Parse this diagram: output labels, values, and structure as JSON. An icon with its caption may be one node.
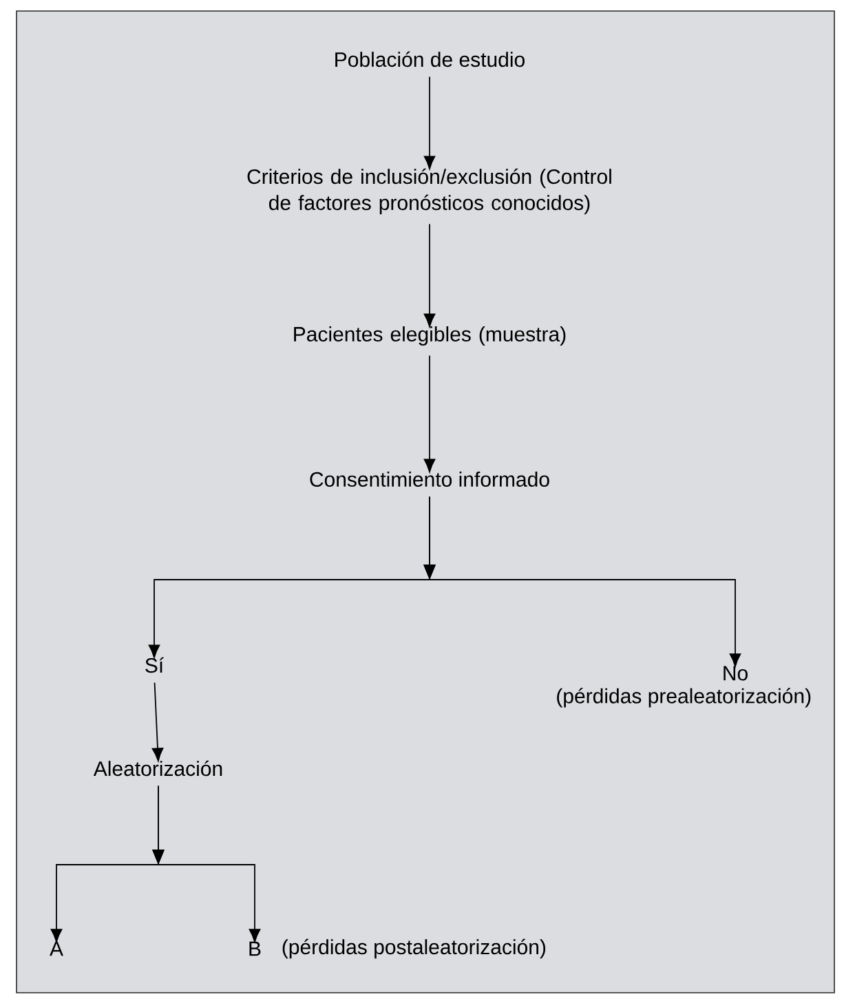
{
  "diagram": {
    "nodes": [
      {
        "text": [
          "Población de estudio"
        ]
      },
      {
        "text": [
          "Criterios de inclusión/exclusión (Control de factores pronósticos conocidos)"
        ]
      },
      {
        "text": [
          "Pacientes elegibles (muestra)"
        ]
      },
      {
        "text": [
          "Consentimiento informado"
        ]
      },
      {
        "text": [
          "Sí"
        ]
      },
      {
        "text": [
          "No",
          "(pérdidas prealeatorización)"
        ]
      },
      {
        "text": [
          "Aleatorización"
        ]
      },
      {
        "text": [
          "A"
        ]
      },
      {
        "text": [
          "B"
        ],
        "beside": [
          "(pérdidas postaleatorización)"
        ]
      }
    ],
    "edges": [
      {
        "from": 0,
        "to": 1,
        "arrow": "to"
      },
      {
        "from": 1,
        "to": 2,
        "arrow": "to"
      },
      {
        "from": 2,
        "to": 3,
        "arrow": "to"
      },
      {
        "from": 3,
        "to": 4,
        "arrow": "to"
      },
      {
        "from": 3,
        "to": 5,
        "arrow": "to"
      },
      {
        "from": 4,
        "to": 6,
        "arrow": "to"
      },
      {
        "from": 6,
        "to": 7,
        "arrow": "to"
      },
      {
        "from": 6,
        "to": 8,
        "arrow": "to"
      }
    ]
  }
}
